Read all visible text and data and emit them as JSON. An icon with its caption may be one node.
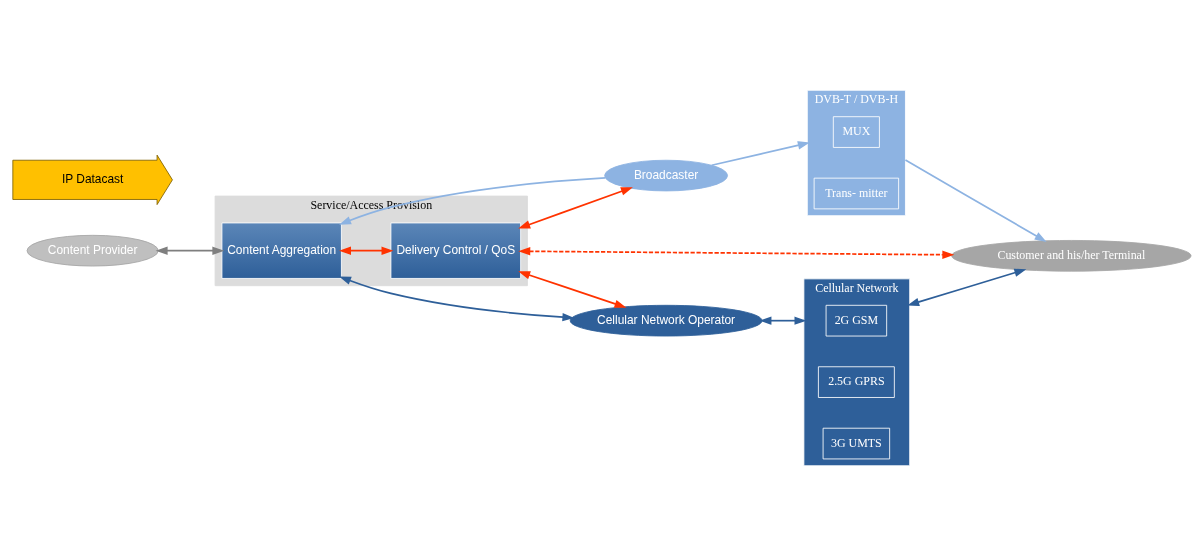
{
  "diagram": {
    "nodes": [
      {
        "text": [
          "Service/Access Provision"
        ]
      },
      {
        "text": [
          "Content Provider"
        ]
      },
      {
        "text": [
          "Content Aggregation"
        ],
        "in": 0
      },
      {
        "text": [
          "Delivery Control / QoS"
        ],
        "in": 0
      },
      {
        "text": [
          "Broadcaster"
        ]
      },
      {
        "text": [
          "DVB-T / DVB-H"
        ]
      },
      {
        "text": [
          "MUX"
        ],
        "in": 5
      },
      {
        "text": [
          "Trans- mitter"
        ],
        "in": 5
      },
      {
        "text": [
          "IP Datacast"
        ]
      },
      {
        "text": [
          "Customer and his/her Terminal"
        ]
      },
      {
        "text": [
          "Cellular Network Operator"
        ]
      },
      {
        "text": [
          "Cellular Network"
        ]
      },
      {
        "text": [
          "2G GSM"
        ],
        "in": 11
      },
      {
        "text": [
          "2.5G GPRS"
        ],
        "in": 11
      },
      {
        "text": [
          "3G UMTS"
        ],
        "in": 11
      }
    ],
    "edges": [
      {
        "from": 1,
        "to": 2,
        "arrow": "both",
        "color": "#7f7f7f"
      },
      {
        "from": 4,
        "to": 2,
        "arrow": "to",
        "color": "#8db3e2"
      },
      {
        "from": 4,
        "to": 5,
        "arrow": "to",
        "color": "#8db3e2"
      },
      {
        "from": 2,
        "to": 3,
        "arrow": "both",
        "color": "#ff3300"
      },
      {
        "from": 3,
        "to": 4,
        "arrow": "both",
        "color": "#ff3300"
      },
      {
        "from": 3,
        "to": 9,
        "arrow": "both",
        "style": "dashed",
        "color": "#ff3300"
      },
      {
        "from": 3,
        "to": 10,
        "arrow": "both",
        "color": "#ff3300"
      },
      {
        "from": 2,
        "to": 10,
        "arrow": "both",
        "color": "#2e5f99"
      },
      {
        "from": 10,
        "to": 11,
        "arrow": "both",
        "color": "#2e5f99"
      },
      {
        "from": 5,
        "to": 9,
        "arrow": "to",
        "color": "#8db3e2"
      },
      {
        "from": 11,
        "to": 9,
        "arrow": "both",
        "color": "#2e5f99"
      }
    ]
  }
}
